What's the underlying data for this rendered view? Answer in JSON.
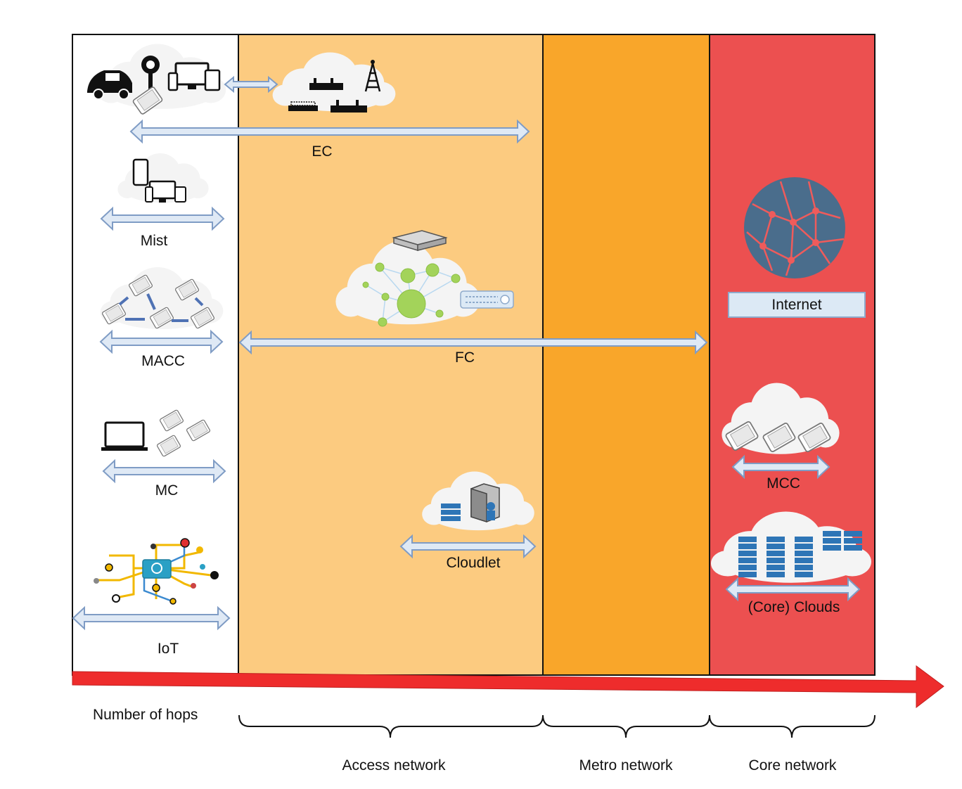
{
  "paradigms": {
    "ec": "EC",
    "mist": "Mist",
    "macc": "MACC",
    "mc": "MC",
    "iot": "IoT",
    "fc": "FC",
    "cloudlet": "Cloudlet",
    "mcc": "MCC",
    "core_clouds": "(Core) Clouds"
  },
  "internet_label": "Internet",
  "axis": {
    "label": "Number of hops"
  },
  "zones": {
    "access": "Access network",
    "metro": "Metro network",
    "core": "Core network"
  },
  "colors": {
    "access": "#fccb80",
    "metro": "#f9a62a",
    "core": "#ec5050",
    "arrow_fill": "#dfe9f5",
    "arrow_stroke": "#7f9cc5",
    "hops_arrow": "#ee2c2c",
    "node_green": "#a3d35a",
    "server_blue": "#2e75b6",
    "globe": "#4a6d8c"
  }
}
